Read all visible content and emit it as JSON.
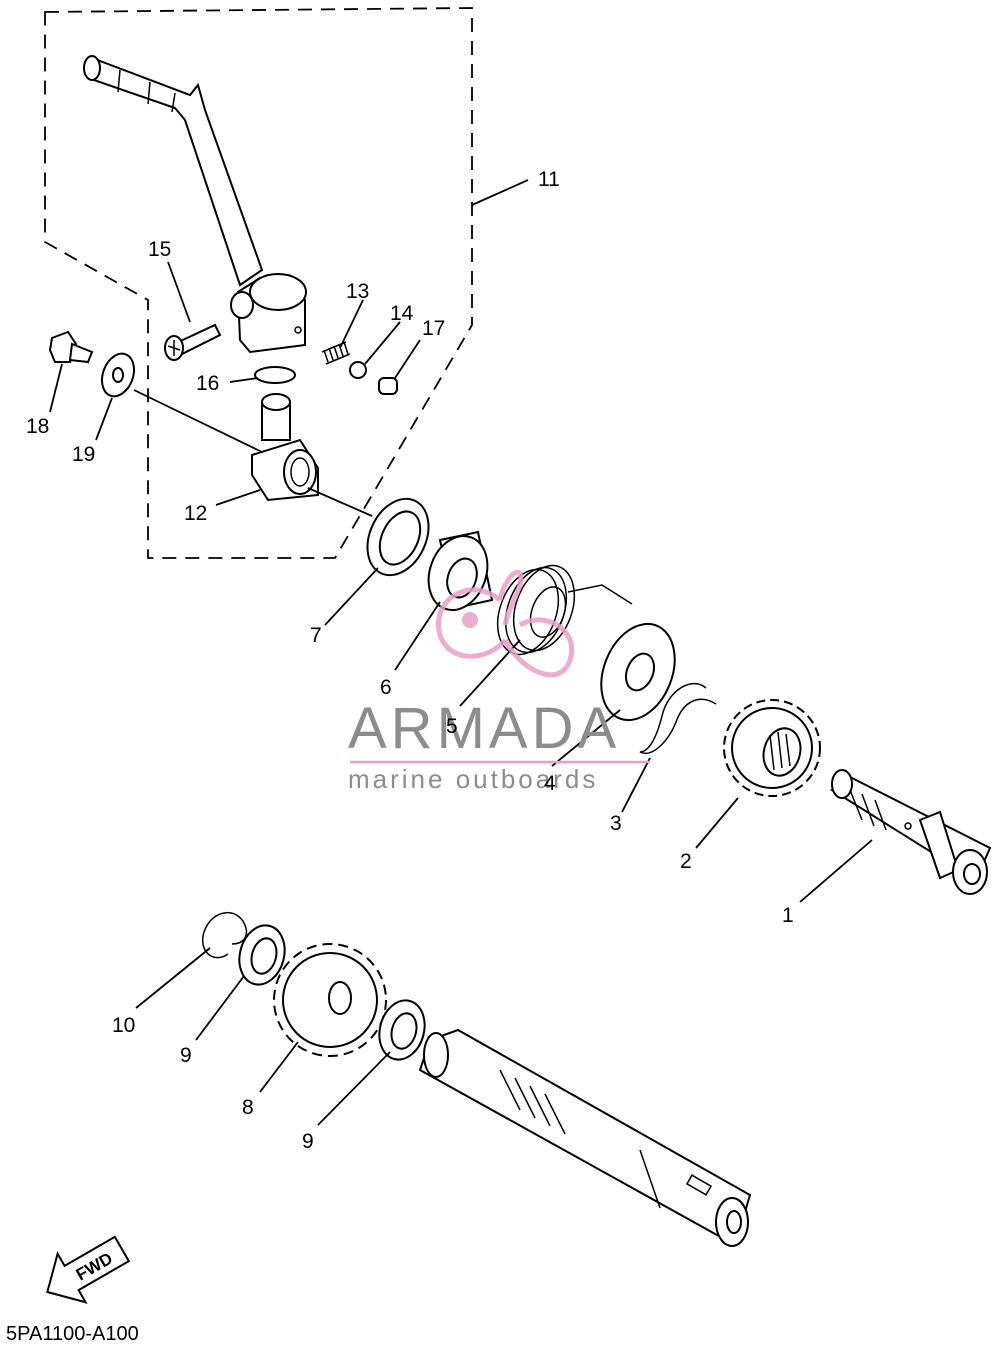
{
  "diagram_code": "5PA1100-A100",
  "fwd_label": "FWD",
  "watermark": {
    "brand": "ARMADA",
    "tagline": "marine outboards",
    "logo_color": "#e8a0c6",
    "text_color": "#8c8c8c"
  },
  "callouts": {
    "p1": "1",
    "p2": "2",
    "p3": "3",
    "p4": "4",
    "p5": "5",
    "p6": "6",
    "p7": "7",
    "p8": "8",
    "p9a": "9",
    "p9b": "9",
    "p10": "10",
    "p11": "11",
    "p12": "12",
    "p13": "13",
    "p14": "14",
    "p15": "15",
    "p16": "16",
    "p17": "17",
    "p18": "18",
    "p19": "19"
  }
}
